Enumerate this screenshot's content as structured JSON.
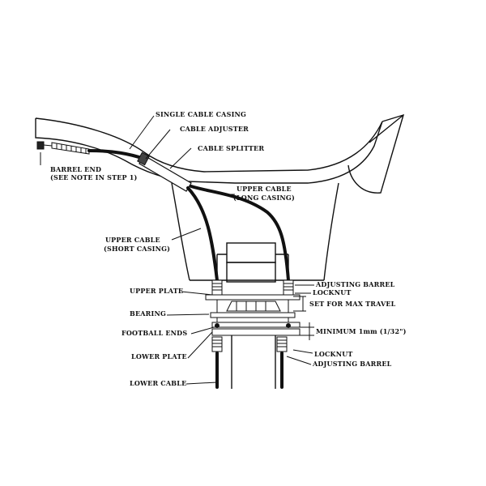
{
  "diagram": {
    "labels": {
      "single_cable_casing": "SINGLE CABLE CASING",
      "cable_adjuster": "CABLE ADJUSTER",
      "cable_splitter": "CABLE SPLITTER",
      "barrel_end_1": "BARREL END",
      "barrel_end_2": "(SEE NOTE IN STEP 1)",
      "upper_cable_long_1": "UPPER CABLE",
      "upper_cable_long_2": "(LONG CASING)",
      "upper_cable_short_1": "UPPER CABLE",
      "upper_cable_short_2": "(SHORT CASING)",
      "upper_plate": "UPPER PLATE",
      "bearing": "BEARING",
      "football_ends": "FOOTBALL ENDS",
      "lower_plate": "LOWER PLATE",
      "lower_cable": "LOWER CABLE",
      "adjusting_barrel_top": "ADJUSTING BARREL",
      "locknut_top": "LOCKNUT",
      "set_for_max_travel": "SET FOR MAX TRAVEL",
      "minimum_gap": "MINIMUM 1mm  (1/32\")",
      "locknut_bottom": "LOCKNUT",
      "adjusting_barrel_bottom": "ADJUSTING BARREL"
    }
  }
}
